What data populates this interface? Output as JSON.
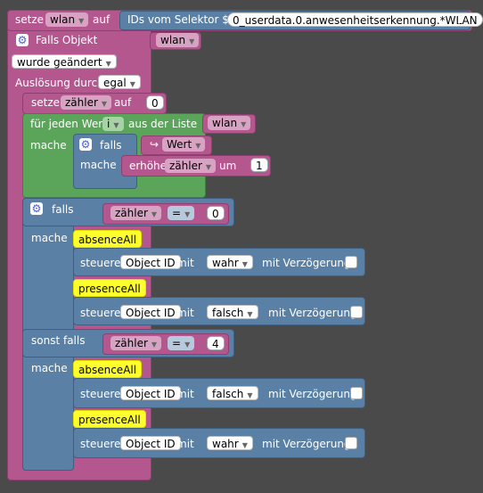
{
  "top": {
    "setze": "setze",
    "var": "wlan",
    "auf": "auf",
    "selector_label": "IDs vom Selektor $(",
    "selector_value": "0_userdata.0.anwesenheitserkennung.*WLAN",
    "selector_close": ")"
  },
  "trigger": {
    "falls_objekt": "Falls Objekt",
    "object": "wlan",
    "changed": "wurde geändert",
    "ausloesung": "Auslösung durch",
    "ausloesung_value": "egal"
  },
  "counter_init": {
    "setze": "setze",
    "var": "zähler",
    "auf": "auf",
    "value": "0"
  },
  "loop": {
    "fuer_jeden": "für jeden Wert",
    "var": "i",
    "aus_liste": "aus der Liste",
    "list": "wlan",
    "mache": "mache"
  },
  "inner_if": {
    "falls": "falls",
    "wert_icon": "↪",
    "wert": "Wert",
    "mache": "mache",
    "erhoehe": "erhöhe",
    "var": "zähler",
    "um": "um",
    "amount": "1"
  },
  "if1": {
    "falls": "falls",
    "var": "zähler",
    "op": "=",
    "value": "0",
    "mache": "mache",
    "msg1": "absenceAll",
    "msg2": "presenceAll",
    "steuere": "steuere",
    "object_id": "Object ID",
    "mit": "mit",
    "val1": "wahr",
    "val2": "falsch",
    "delay": "mit Verzögerung"
  },
  "if2": {
    "sonst_falls": "sonst falls",
    "var": "zähler",
    "op": "=",
    "value": "4",
    "mache": "mache",
    "msg1": "absenceAll",
    "msg2": "presenceAll",
    "steuere": "steuere",
    "object_id": "Object ID",
    "mit": "mit",
    "val1": "falsch",
    "val2": "wahr",
    "delay": "mit Verzögerung"
  },
  "colors": {
    "variables": "#b5578f",
    "logic": "#5b80a5",
    "loops": "#5ba55b",
    "comment": "#ffff2e",
    "background": "#4a4a4a"
  },
  "icons": {
    "gear": "⚙",
    "dropdown": "▼"
  }
}
